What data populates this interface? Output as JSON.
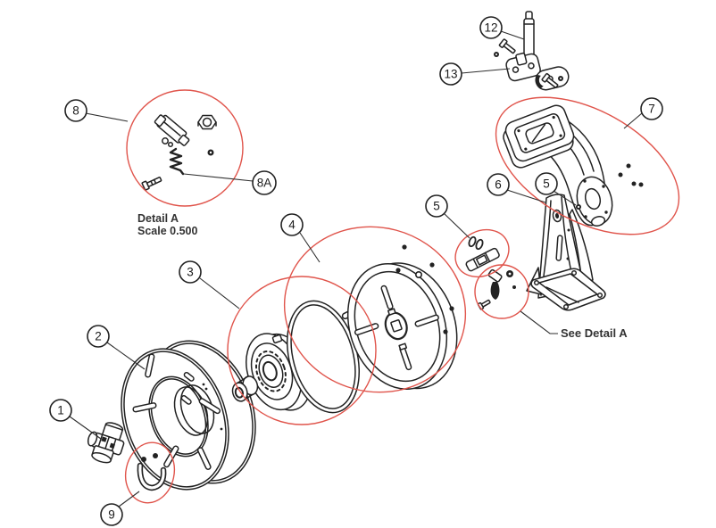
{
  "diagram": {
    "type": "exploded-parts-drawing",
    "background_color": "#ffffff",
    "colors": {
      "line": "#222222",
      "highlight_red": "#e0544b",
      "text": "#333333"
    },
    "labels": {
      "detail_a_title": "Detail A",
      "detail_a_scale": "Scale 0.500",
      "see_detail_a": "See Detail A"
    },
    "callouts": [
      {
        "number": "1"
      },
      {
        "number": "2"
      },
      {
        "number": "3"
      },
      {
        "number": "4"
      },
      {
        "number": "5"
      },
      {
        "number": "5"
      },
      {
        "number": "6"
      },
      {
        "number": "7"
      },
      {
        "number": "8"
      },
      {
        "number": "8A"
      },
      {
        "number": "9"
      },
      {
        "number": "12"
      },
      {
        "number": "13"
      }
    ]
  }
}
